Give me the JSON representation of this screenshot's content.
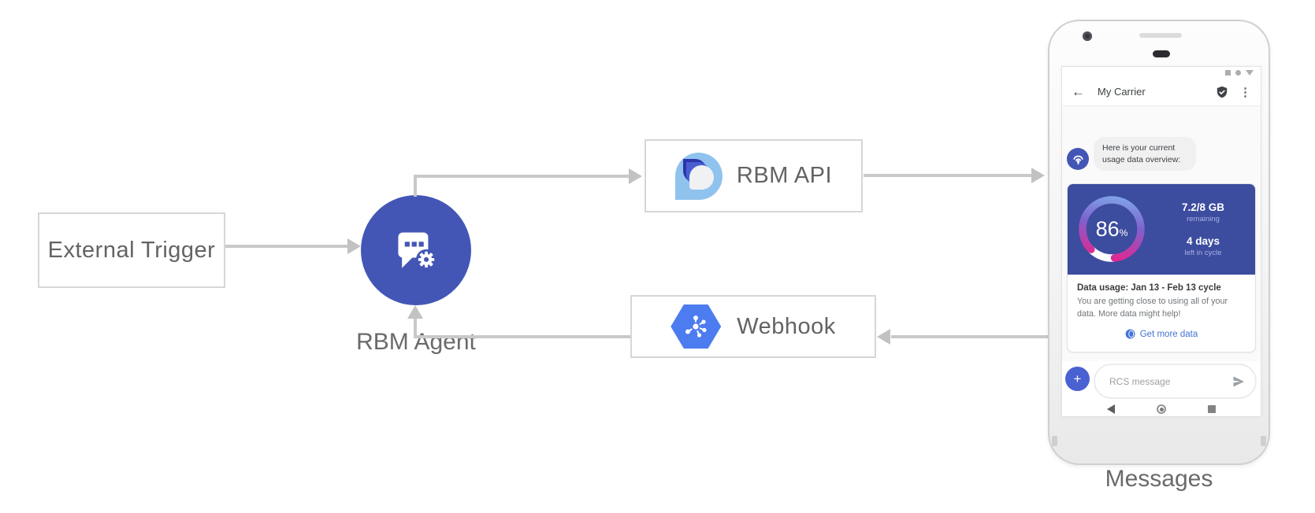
{
  "labels": {
    "external_trigger": "External Trigger",
    "rbm_agent": "RBM Agent",
    "rbm_api": "RBM API",
    "webhook": "Webhook",
    "messages": "Messages"
  },
  "phone": {
    "header": {
      "back_glyph": "←",
      "title": "My Carrier",
      "menu_glyph": "⋮"
    },
    "bubble_text": "Here is your current usage data overview:",
    "usage_card": {
      "percent_value": "86",
      "percent_unit": "%",
      "remaining_value": "7.2/8 GB",
      "remaining_label": "remaining",
      "cycle_value": "4 days",
      "cycle_label": "left in cycle",
      "heading": "Data usage: Jan 13 - Feb 13 cycle",
      "body": "You are getting close to using all of your data. More data might help!",
      "cta_label": "Get more data"
    },
    "compose": {
      "plus_glyph": "+",
      "placeholder": "RCS message"
    }
  },
  "colors": {
    "agent_circle": "#4456b5",
    "usage_card_bg": "#3c4c9f",
    "link_blue": "#4272d6",
    "webhook_hex": "#4d7cf0",
    "gauge_start_blue": "#7fb5ee",
    "gauge_end_pink": "#e3268f",
    "arrow_gray": "#c9c9c9"
  }
}
